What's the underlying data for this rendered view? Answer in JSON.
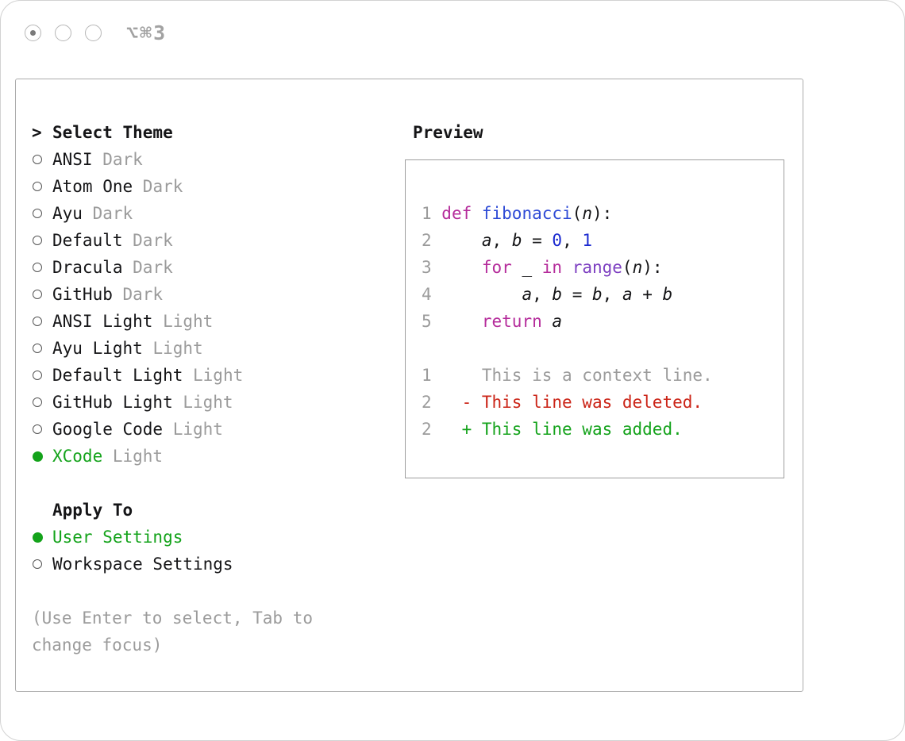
{
  "window": {
    "shortcut": "⌥⌘3"
  },
  "colors": {
    "accent_green": "#14a31b",
    "diff_red": "#cb2417",
    "keyword_pink": "#b52c9b",
    "function_blue": "#2f4bd6",
    "number_blue": "#1b2ad0",
    "builtin_purple": "#7d3fc1",
    "muted_gray": "#9b9b9b",
    "text_black": "#151517"
  },
  "theme_picker": {
    "caret": ">",
    "title": "Select Theme",
    "themes": [
      {
        "name": "ANSI",
        "variant": "Dark",
        "selected": false
      },
      {
        "name": "Atom One",
        "variant": "Dark",
        "selected": false
      },
      {
        "name": "Ayu",
        "variant": "Dark",
        "selected": false
      },
      {
        "name": "Default",
        "variant": "Dark",
        "selected": false
      },
      {
        "name": "Dracula",
        "variant": "Dark",
        "selected": false
      },
      {
        "name": "GitHub",
        "variant": "Dark",
        "selected": false
      },
      {
        "name": "ANSI Light",
        "variant": "Light",
        "selected": false
      },
      {
        "name": "Ayu Light",
        "variant": "Light",
        "selected": false
      },
      {
        "name": "Default Light",
        "variant": "Light",
        "selected": false
      },
      {
        "name": "GitHub Light",
        "variant": "Light",
        "selected": false
      },
      {
        "name": "Google Code",
        "variant": "Light",
        "selected": false
      },
      {
        "name": "XCode",
        "variant": "Light",
        "selected": true
      }
    ],
    "apply_to_title": "Apply To",
    "apply_options": [
      {
        "label": "User Settings",
        "selected": true
      },
      {
        "label": "Workspace Settings",
        "selected": false
      }
    ],
    "hint": "(Use Enter to select, Tab to change focus)"
  },
  "preview": {
    "title": "Preview",
    "lines": [
      [
        {
          "t": "1 ",
          "c": "ln"
        },
        {
          "t": "def ",
          "c": "kw"
        },
        {
          "t": "fibonacci",
          "c": "fn"
        },
        {
          "t": "(",
          "c": "pl"
        },
        {
          "t": "n",
          "c": "it"
        },
        {
          "t": "):",
          "c": "pl"
        }
      ],
      [
        {
          "t": "2 ",
          "c": "ln"
        },
        {
          "t": "    ",
          "c": "pl"
        },
        {
          "t": "a",
          "c": "it"
        },
        {
          "t": ", ",
          "c": "pl"
        },
        {
          "t": "b",
          "c": "it"
        },
        {
          "t": " = ",
          "c": "pl"
        },
        {
          "t": "0",
          "c": "num"
        },
        {
          "t": ", ",
          "c": "pl"
        },
        {
          "t": "1",
          "c": "num"
        }
      ],
      [
        {
          "t": "3 ",
          "c": "ln"
        },
        {
          "t": "    ",
          "c": "pl"
        },
        {
          "t": "for",
          "c": "kw"
        },
        {
          "t": " _ ",
          "c": "pl"
        },
        {
          "t": "in",
          "c": "kw"
        },
        {
          "t": " ",
          "c": "pl"
        },
        {
          "t": "range",
          "c": "tp"
        },
        {
          "t": "(",
          "c": "pl"
        },
        {
          "t": "n",
          "c": "it"
        },
        {
          "t": "):",
          "c": "pl"
        }
      ],
      [
        {
          "t": "4 ",
          "c": "ln"
        },
        {
          "t": "        ",
          "c": "pl"
        },
        {
          "t": "a",
          "c": "it"
        },
        {
          "t": ", ",
          "c": "pl"
        },
        {
          "t": "b",
          "c": "it"
        },
        {
          "t": " = ",
          "c": "pl"
        },
        {
          "t": "b",
          "c": "it"
        },
        {
          "t": ", ",
          "c": "pl"
        },
        {
          "t": "a",
          "c": "it"
        },
        {
          "t": " + ",
          "c": "pl"
        },
        {
          "t": "b",
          "c": "it"
        }
      ],
      [
        {
          "t": "5 ",
          "c": "ln"
        },
        {
          "t": "    ",
          "c": "pl"
        },
        {
          "t": "return",
          "c": "kw"
        },
        {
          "t": " ",
          "c": "pl"
        },
        {
          "t": "a",
          "c": "it"
        }
      ],
      [],
      [
        {
          "t": "1",
          "c": "ln"
        },
        {
          "t": "     This is a context line.",
          "c": "ctx"
        }
      ],
      [
        {
          "t": "2",
          "c": "ln"
        },
        {
          "t": "   ",
          "c": "pl"
        },
        {
          "t": "- This line was deleted.",
          "c": "del"
        }
      ],
      [
        {
          "t": "2",
          "c": "ln"
        },
        {
          "t": "   ",
          "c": "pl"
        },
        {
          "t": "+ This line was added.",
          "c": "add"
        }
      ]
    ]
  }
}
